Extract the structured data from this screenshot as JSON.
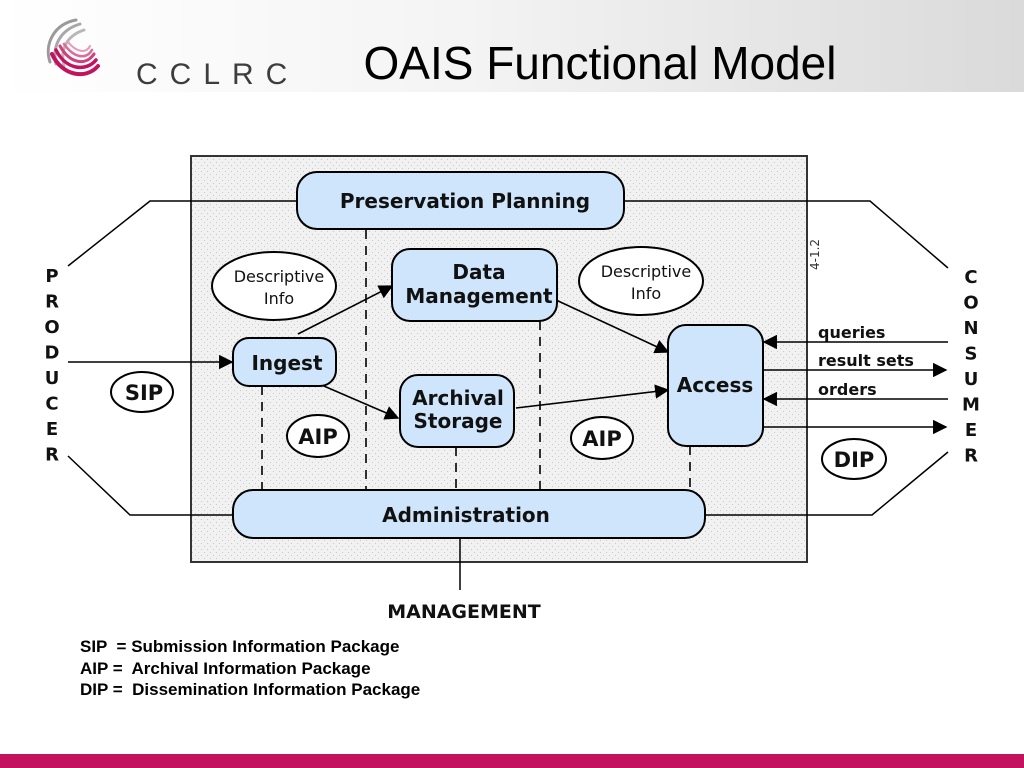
{
  "title": "OAIS Functional Model",
  "logo": {
    "text": "CCLRC"
  },
  "diagram": {
    "boxes": {
      "preservation_planning": "Preservation Planning",
      "data_management": [
        "Data",
        "Management"
      ],
      "ingest": "Ingest",
      "archival_storage": [
        "Archival",
        "Storage"
      ],
      "access": "Access",
      "administration": "Administration"
    },
    "ovals": {
      "descriptive_info_left": [
        "Descriptive",
        "Info"
      ],
      "descriptive_info_right": [
        "Descriptive",
        "Info"
      ],
      "sip": "SIP",
      "aip_left": "AIP",
      "aip_right": "AIP",
      "dip": "DIP"
    },
    "flows": {
      "queries": "queries",
      "result_sets": "result sets",
      "orders": "orders"
    },
    "producer": "PRODUCER",
    "consumer": "CONSUMER",
    "management": "MANAGEMENT",
    "figure_ref": "4-1.2"
  },
  "legend": [
    "SIP  = Submission Information Package",
    "AIP =  Archival Information Package",
    "DIP =  Dissemination Information Package"
  ],
  "colors": {
    "box_fill": "#cfe5fb",
    "panel_fill": "#eeeeee",
    "footer_bar": "#c4135e"
  }
}
